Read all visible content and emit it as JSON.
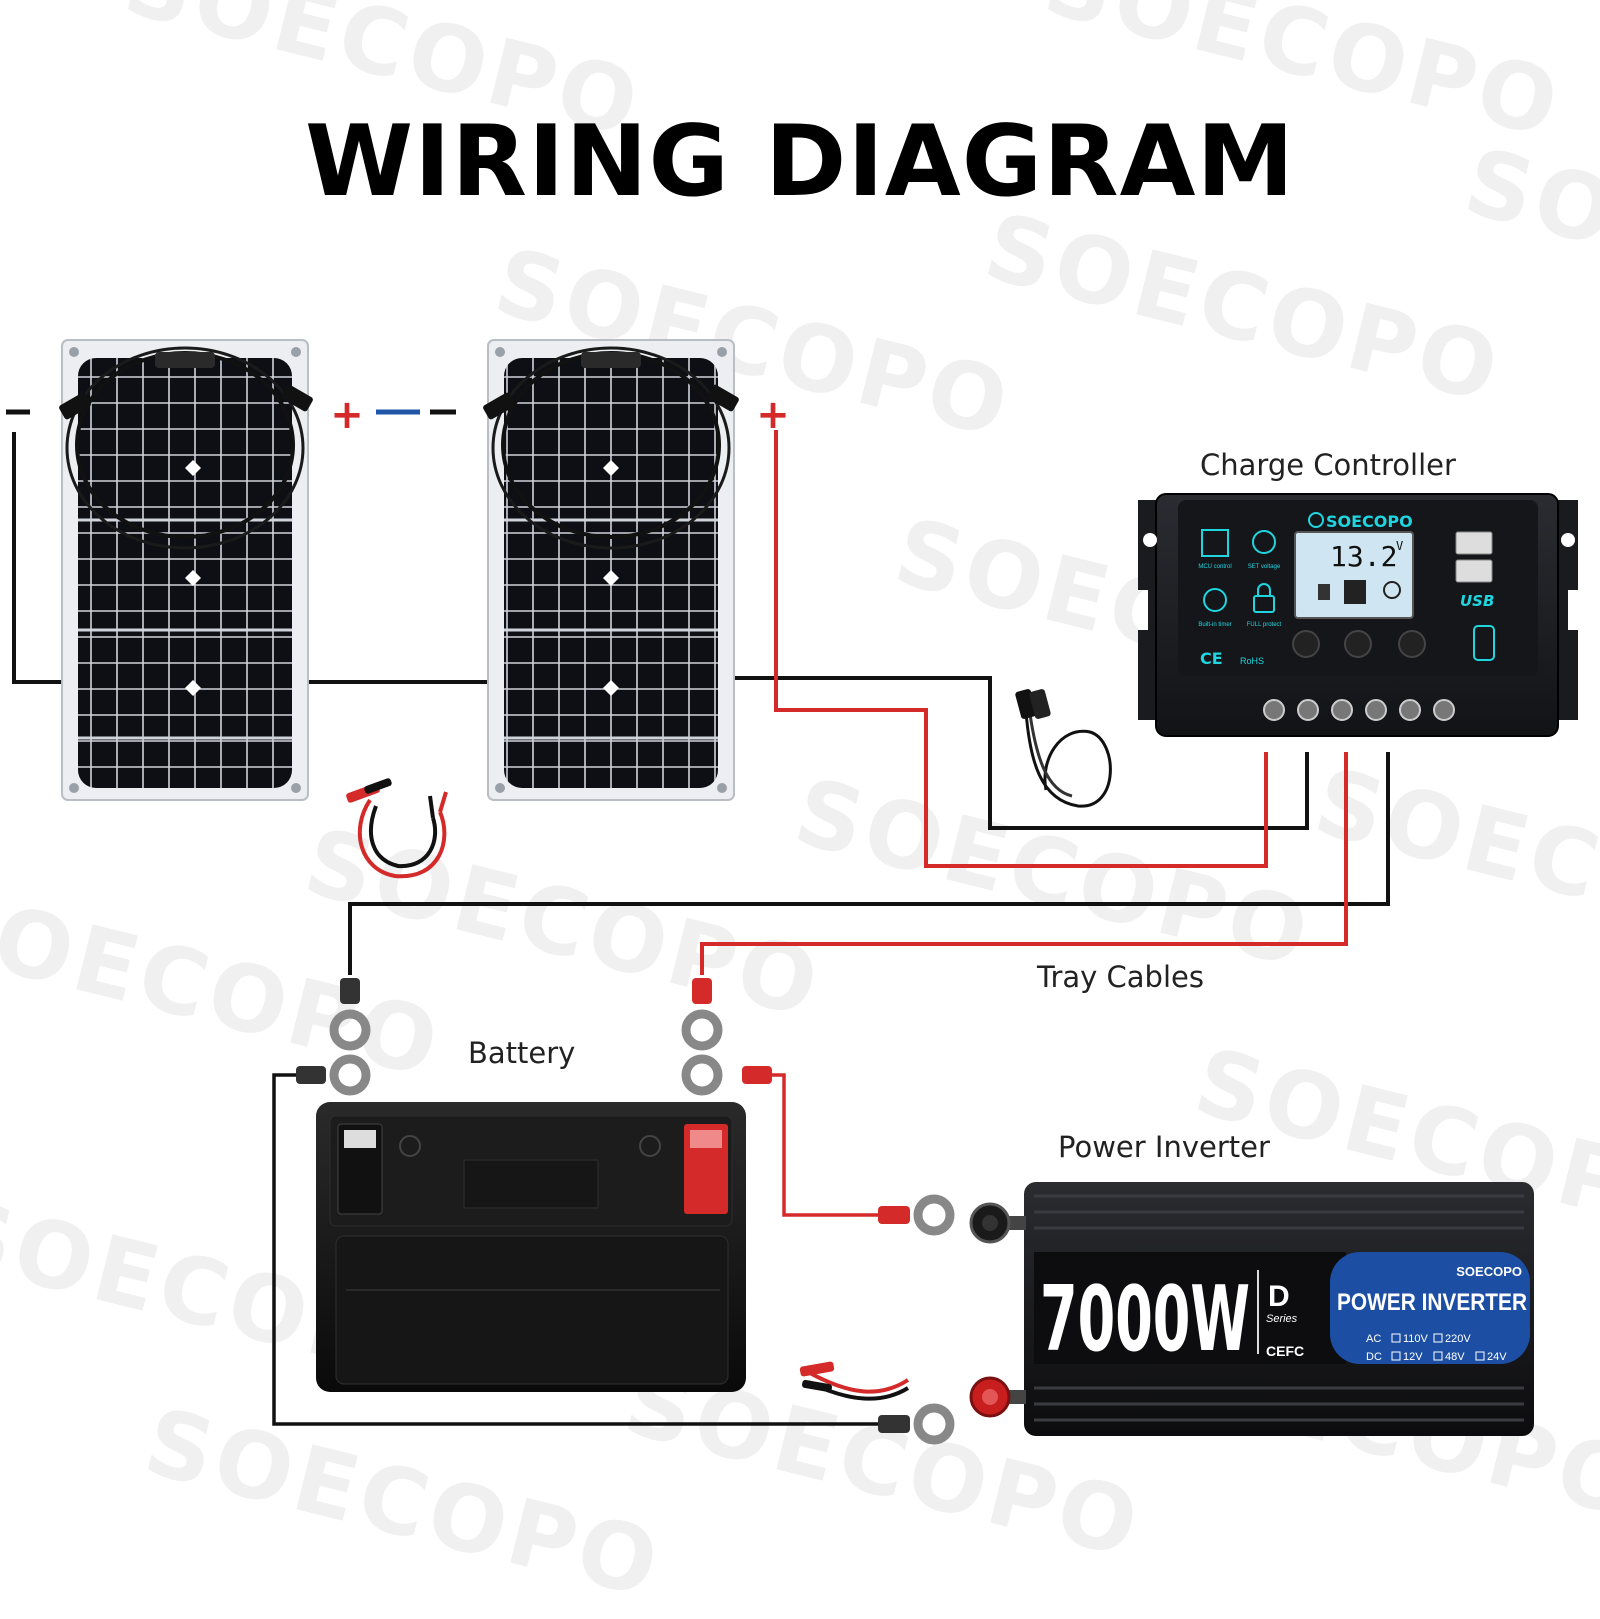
{
  "title": "WIRING DIAGRAM",
  "watermark": "SOECOPO",
  "labels": {
    "charge_controller": "Charge Controller",
    "tray_cables": "Tray Cables",
    "battery": "Battery",
    "power_inverter": "Power Inverter"
  },
  "polarity": {
    "negative": "-",
    "positive": "+"
  },
  "controller": {
    "brand": "SOECOPO",
    "lcd_reading": "13.2",
    "lcd_unit": "V",
    "usb_label": "USB",
    "ce_mark": "CE",
    "rohs_mark": "RoHS",
    "icon_labels": [
      "MCU control",
      "SET voltage",
      "Built-in timer",
      "FULL protect"
    ]
  },
  "inverter": {
    "wattage": "7000W",
    "series_letter": "D",
    "series_word": "Series",
    "brand": "SOECOPO",
    "product": "POWER INVERTER",
    "ac_row": {
      "prefix": "AC",
      "opt1": "110V",
      "opt2": "220V"
    },
    "dc_row": {
      "prefix": "DC",
      "opt1": "12V",
      "opt2": "48V",
      "opt3": "24V"
    },
    "cert": "CEFC"
  },
  "colors": {
    "positive_wire": "#d42a2a",
    "negative_wire": "#111111",
    "link_wire": "#1f56a8",
    "lcd_bg": "#cfe6f2",
    "controller_accent": "#1fd6e0",
    "inverter_panel": "#1c4fa3"
  },
  "icons": [
    "solar-panel",
    "charge-controller",
    "battery",
    "power-inverter",
    "ring-terminal",
    "alligator-clip-cable",
    "mc4-cable"
  ]
}
